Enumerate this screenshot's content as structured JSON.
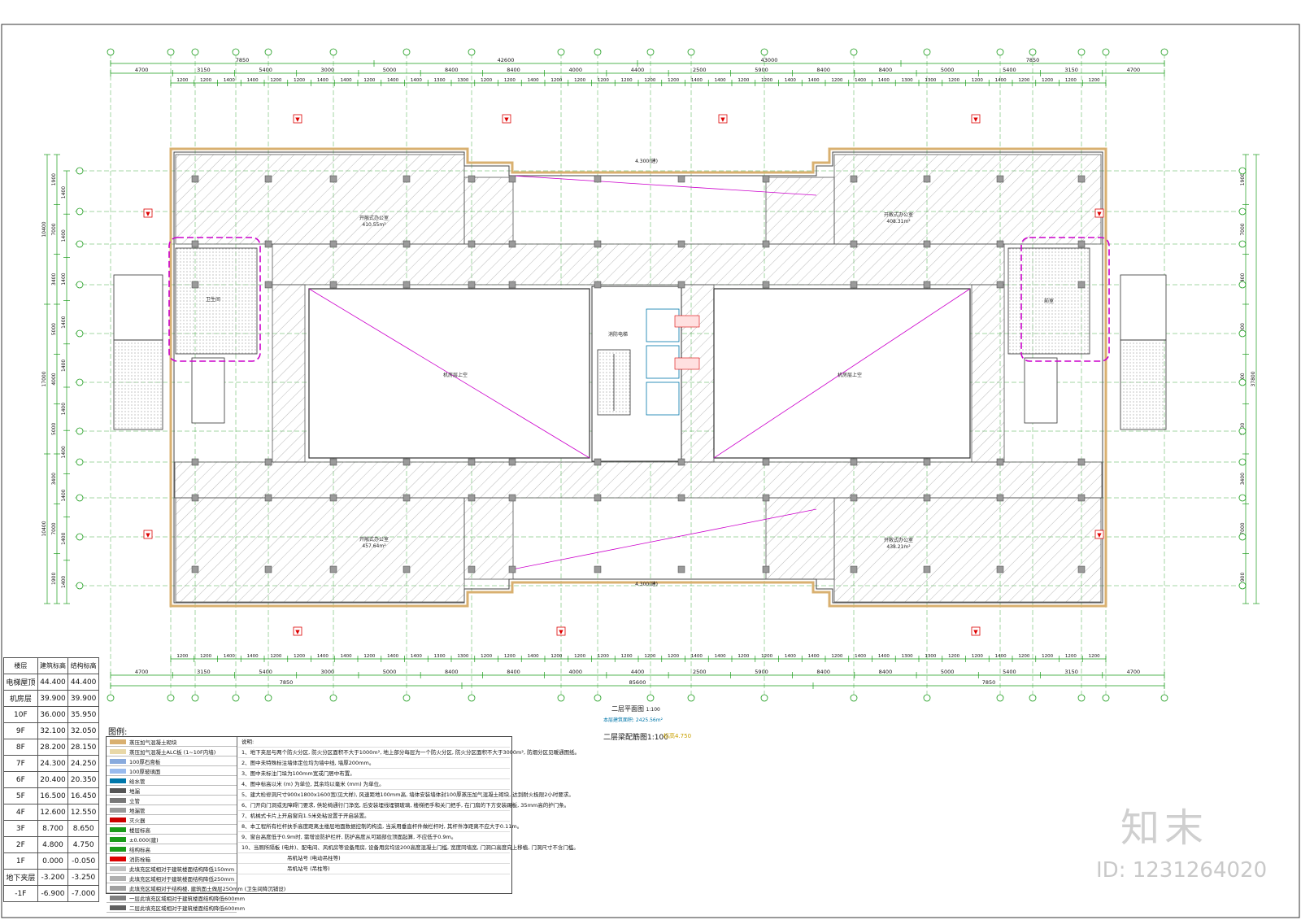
{
  "colors": {
    "grid": "#1a9b1a",
    "dimension": "#1a9b1a",
    "annotation_blue": "#0077aa",
    "wall": "#222222",
    "column": "#9a9a9a",
    "hatch": "#7a7a7a",
    "beam_magenta": "#cc00cc",
    "marker_red": "#dd0000",
    "outline_orange": "#d9b070"
  },
  "top_dims_row1": [
    "7850",
    "42600",
    "43000",
    "7850"
  ],
  "top_dims_row2": [
    "4700",
    "3150",
    "5400",
    "3000",
    "5000",
    "8400",
    "8400",
    "4000",
    "4400",
    "2500",
    "5900",
    "8400",
    "8400",
    "5000",
    "5400",
    "3150",
    "4700"
  ],
  "top_dims_row3": [
    "1200",
    "1200",
    "1400",
    "1400",
    "1200",
    "1200",
    "1400",
    "1400",
    "1200",
    "1400",
    "1400",
    "1300",
    "1300",
    "1200",
    "1200",
    "1400",
    "1200",
    "1200",
    "1200",
    "1200",
    "1200",
    "1200",
    "1400",
    "1400",
    "1200",
    "1200",
    "1400",
    "1400",
    "1200",
    "1400",
    "1400",
    "1300",
    "1300",
    "1200",
    "1200",
    "1400",
    "1200",
    "1200",
    "1200",
    "1200"
  ],
  "bottom_dims_row3": [
    "1200",
    "1200",
    "1400",
    "1400",
    "1200",
    "1200",
    "1400",
    "1400",
    "1200",
    "1400",
    "1400",
    "1300",
    "1300",
    "1200",
    "1200",
    "1400",
    "1200",
    "1200",
    "1200",
    "1200",
    "1200",
    "1200",
    "1400",
    "1400",
    "1200",
    "1200",
    "1400",
    "1400",
    "1200",
    "1400",
    "1400",
    "1300",
    "1300",
    "1200",
    "1200",
    "1400",
    "1200",
    "1200",
    "1200",
    "1200"
  ],
  "bottom_dims_row2": [
    "4700",
    "3150",
    "5400",
    "3000",
    "5000",
    "8400",
    "8400",
    "4000",
    "4400",
    "2500",
    "5900",
    "8400",
    "8400",
    "5000",
    "5400",
    "3150",
    "4700"
  ],
  "bottom_dims_row1": [
    "7850",
    "85600",
    "7850"
  ],
  "left_dims_outer": [
    "10400",
    "17000",
    "10400"
  ],
  "left_dims_mid": [
    "1900",
    "7000",
    "3400",
    "5000",
    "4000",
    "5000",
    "3400",
    "7000",
    "1900"
  ],
  "left_dims_inner": [
    "1400",
    "1400",
    "1400",
    "1400",
    "1400",
    "1400",
    "1400",
    "1400",
    "1400",
    "1400"
  ],
  "right_dims_outer": [
    "37800"
  ],
  "right_dims_mid": [
    "1900",
    "7000",
    "3400",
    "5000",
    "4000",
    "5000",
    "3400",
    "7000",
    "1900"
  ],
  "plan_labels": {
    "plan_title": "二层平面图",
    "plan_scale": "1:100",
    "area_note": "本层建筑面积: 2425.56m²",
    "beam_title": "二层梁配筋图",
    "beam_scale": "1:100",
    "beam_elev": "标高4.750"
  },
  "floor_table": {
    "headers": [
      "楼层",
      "建筑标高",
      "结构标高"
    ],
    "rows": [
      [
        "电梯屋顶",
        "44.400",
        "44.400"
      ],
      [
        "机房层",
        "39.900",
        "39.900"
      ],
      [
        "10F",
        "36.000",
        "35.950"
      ],
      [
        "9F",
        "32.100",
        "32.050"
      ],
      [
        "8F",
        "28.200",
        "28.150"
      ],
      [
        "7F",
        "24.300",
        "24.250"
      ],
      [
        "6F",
        "20.400",
        "20.350"
      ],
      [
        "5F",
        "16.500",
        "16.450"
      ],
      [
        "4F",
        "12.600",
        "12.550"
      ],
      [
        "3F",
        "8.700",
        "8.650"
      ],
      [
        "2F",
        "4.800",
        "4.750"
      ],
      [
        "1F",
        "0.000",
        "-0.050"
      ],
      [
        "地下夹层",
        "-3.200",
        "-3.250"
      ],
      [
        "-1F",
        "-6.900",
        "-7.000"
      ]
    ]
  },
  "legend": {
    "title": "图例:",
    "items": [
      {
        "label": "蒸压加气混凝土砌块",
        "swatch": "#d9b070"
      },
      {
        "label": "蒸压加气混凝土ALC板 (1~10F内墙)",
        "swatch": "#e8d8a8"
      },
      {
        "label": "100厚石膏板",
        "swatch": "#88aadd"
      },
      {
        "label": "100厚玻璃面",
        "swatch": "#99bbee"
      },
      {
        "label": "给水管",
        "swatch": "#0077aa"
      },
      {
        "label": "地漏",
        "swatch": "#555555"
      },
      {
        "label": "立管",
        "swatch": "#777777"
      },
      {
        "label": "地漏管",
        "swatch": "#999999"
      },
      {
        "label": "灭火器",
        "swatch": "#cc0000"
      },
      {
        "label": "楼层标高",
        "swatch": "#1a9b1a"
      },
      {
        "label": "±0.000(建)",
        "swatch": "#1a9b1a"
      },
      {
        "label": "结构标高",
        "swatch": "#1a9b1a"
      },
      {
        "label": "消防栓箱",
        "swatch": "#dd0000"
      },
      {
        "label": "此填充区域相对于建筑楼面结构降低150mm",
        "swatch": "#c0c0c0"
      },
      {
        "label": "此填充区域相对于建筑楼面结构降低250mm",
        "swatch": "#b0b0b0"
      },
      {
        "label": "此填充区域相对于结构楼, 建筑面土做层250mm (卫生间降沉铺设)",
        "swatch": "#a0a0a0"
      },
      {
        "label": "一层此填充区域相对于建筑楼面结构降低600mm",
        "swatch": "#808080"
      },
      {
        "label": "二层此填充区域相对于建筑楼面结构降低600mm",
        "swatch": "#606060"
      }
    ],
    "notes_title": "说明:",
    "notes": [
      "1、地下夹层与两个防火分区, 防火分区面积不大于1000m², 地上部分每层为一个防火分区, 防火分区面积不大于3000m², 防烟分区见暖通图纸。",
      "2、图中未特殊标注墙体定位均为墙中线, 墙厚200mm。",
      "3、图中未标注门垛为100mm宽或门居中布置。",
      "4、图中标高以米 (m) 为单位, 其余均以毫米 (mm) 为单位。",
      "5、建大检修洞尺寸900x1800x1600宽(见大样), 风速距地100mm高, 墙体安装墙体封100厚蒸压加气混凝土砌块, 达到耐火极限2小时要求。",
      "6、门开向门洞或无障碍门要求, 供轮椅通行门净宽, 后安装埋线埋钢玻璃, 楼梯把手和关门把手, 在门扇的下方安装踢板, 35mm高的护门条。",
      "7、机械式卡片上开启窗向1.5米处粘设置于开启装置。",
      "8、本工程所有栏杆扶手高度距离主楼层地面数据控制的构造, 当采用垂直杆件做栏杆时, 其杆件净距离不应大于0.11m。",
      "9、窗台高度低于0.9m时, 需增设防护栏杆, 防护高度从可踏部位顶面起算, 不应低于0.9m。",
      "10、当厕所隔板 (电井)、配电间、风机房等设备用房, 设备用房均设200高度混凝土门槛, 宽度同墙宽, 门洞口高度向上移植, 门洞尺寸不含门槛。"
    ],
    "footer": [
      {
        "label": "吊机站号 (电动吊柱等)"
      },
      {
        "label": "吊机站号 (吊柱等)"
      }
    ]
  },
  "rooms": [
    {
      "name": "开敞式办公室",
      "area": "410.55m²"
    },
    {
      "name": "开敞式办公室",
      "area": "408.31m²"
    },
    {
      "name": "开敞式办公室",
      "area": "457.64m²"
    },
    {
      "name": "开敞式办公室",
      "area": "438.21m²"
    },
    {
      "name": "机房层上空"
    },
    {
      "name": "机房层上空"
    },
    {
      "name": "消防电梯"
    },
    {
      "name": "卫生间"
    },
    {
      "name": "前室"
    }
  ],
  "grid_labels": {
    "north_markers": "▼",
    "elevation_mark_1": "4.300(建)",
    "elevation_mark_2": "4.300(建)"
  },
  "branding": {
    "brand": "知末",
    "doc_id": "ID: 1231264020"
  }
}
